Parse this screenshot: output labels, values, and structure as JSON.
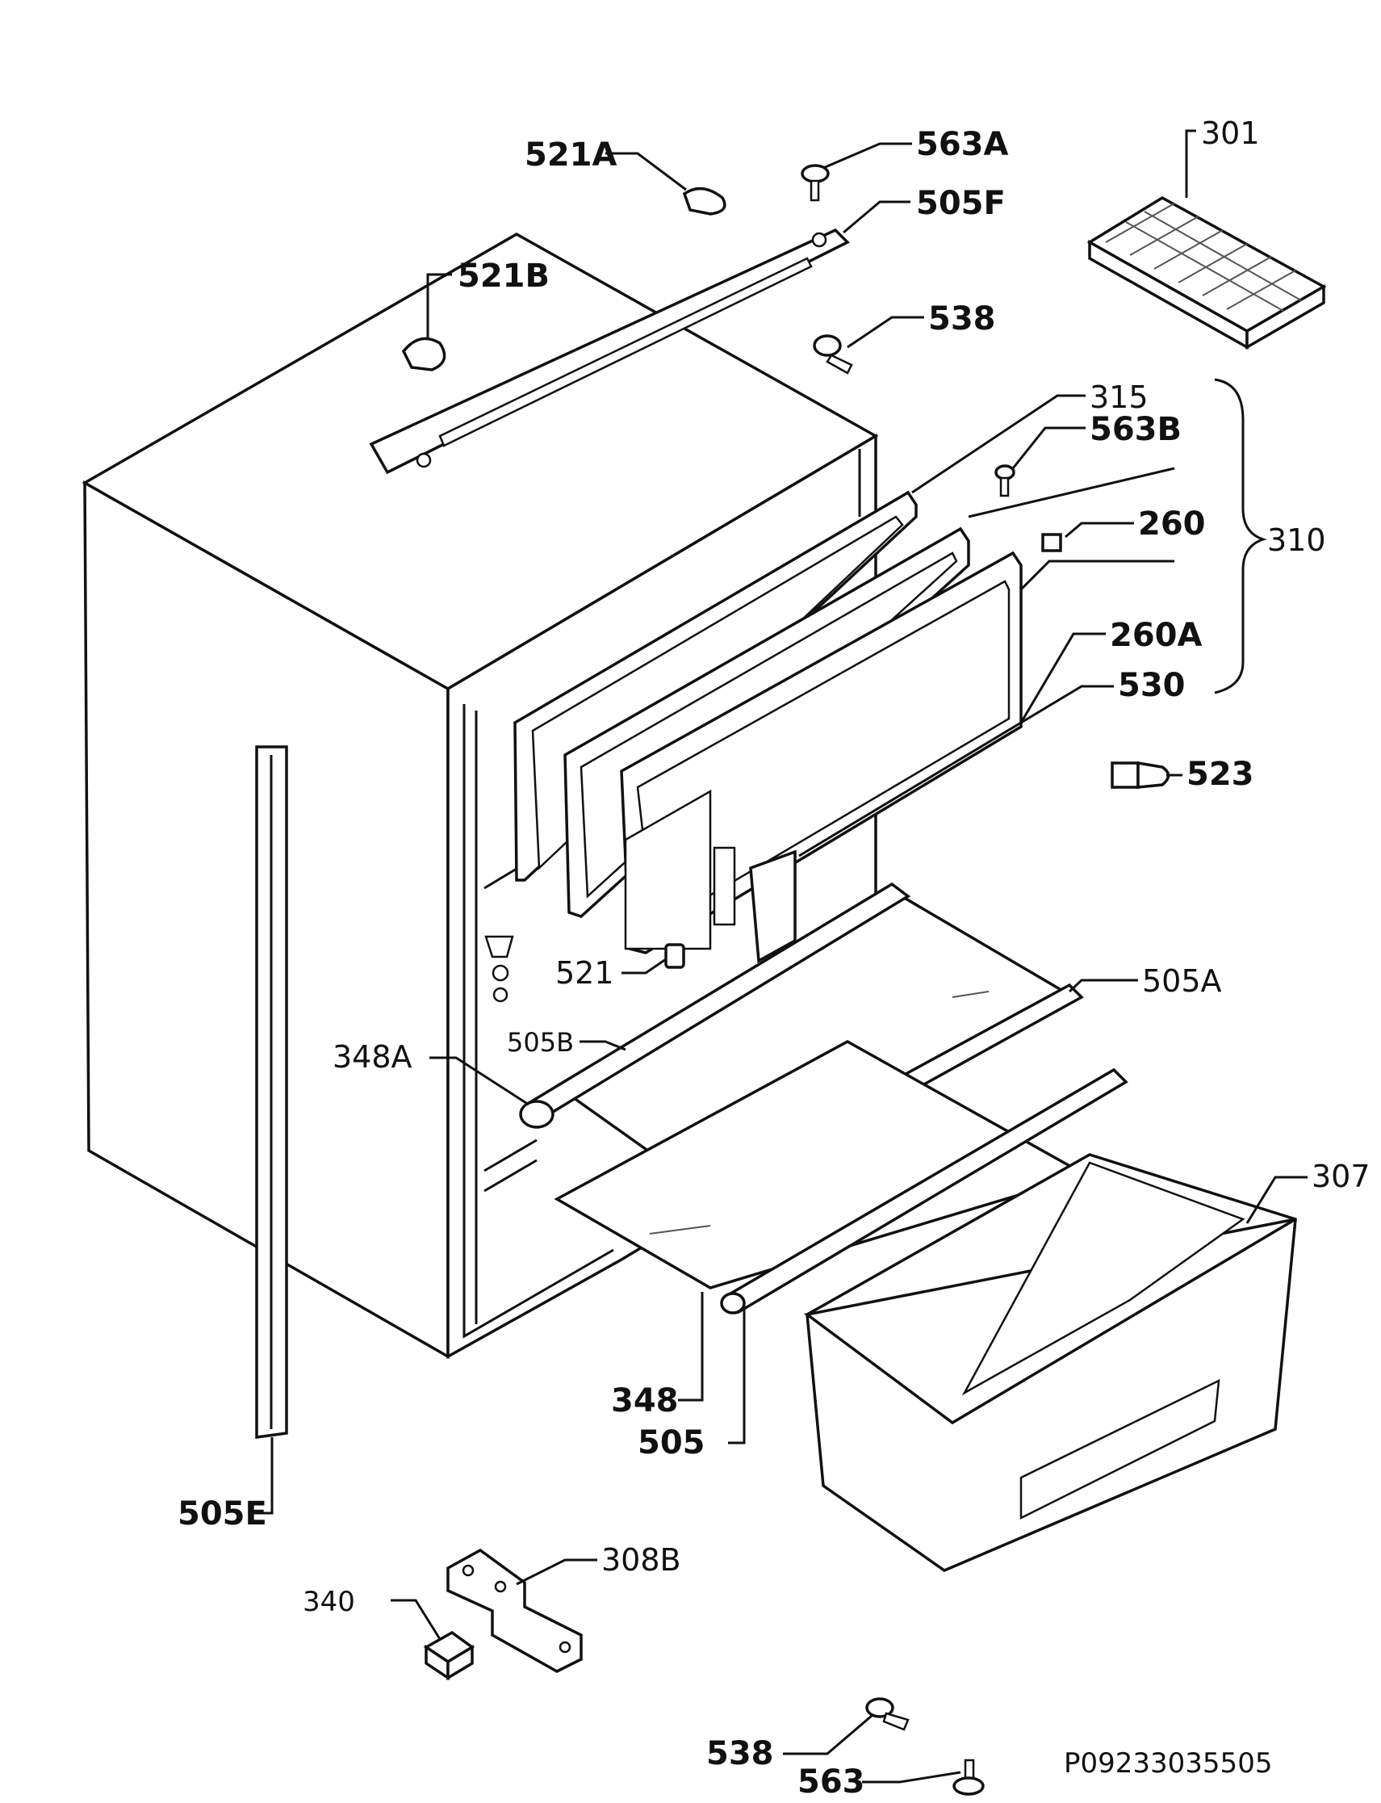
{
  "diagram": {
    "footer_code": "P09233035505",
    "labels": {
      "l_521A": "521A",
      "l_563A": "563A",
      "l_505F": "505F",
      "l_301": "301",
      "l_521B": "521B",
      "l_538_top": "538",
      "l_315": "315",
      "l_563B": "563B",
      "l_260": "260",
      "l_310": "310",
      "l_260A": "260A",
      "l_530": "530",
      "l_523": "523",
      "l_521": "521",
      "l_505A": "505A",
      "l_505B": "505B",
      "l_348A": "348A",
      "l_307": "307",
      "l_348": "348",
      "l_505": "505",
      "l_505E": "505E",
      "l_308B": "308B",
      "l_340": "340",
      "l_538_bottom": "538",
      "l_563": "563"
    }
  }
}
